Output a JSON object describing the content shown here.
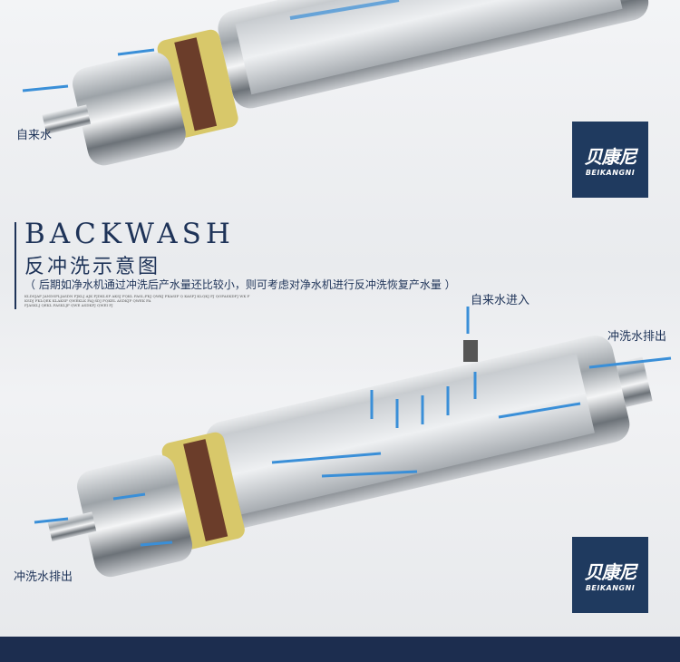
{
  "top_section": {
    "label_tap_water": "自来水",
    "logo": {
      "cn": "贝康尼",
      "en": "BEIKANGNI"
    }
  },
  "backwash_section": {
    "title_en": "BACKWASH",
    "title_cn": "反冲洗示意图",
    "subtitle": "（ 后期如净水机通过冲洗后产水量还比较小，则可考虑对净水机进行反冲洗恢复产水量 ）",
    "filler_lines": [
      "KLDSJAF JANDSFLJASDN FJKLJ AJK FJDKLSF AKSJ FQKL FASL;FKJ QWKJ FKASIF Q KASFJ KLQKJ FJ QOFASKDFJ WK F",
      "KSDJ FKLQEK KLAKSF QWEKLK FAJ;SDJ FQKEL ASDKJF QWEK FA",
      "FJASKLJ QEKL FASKLJF QWE ASDKFJ QWEI FJ"
    ],
    "label_water_in": "自来水进入",
    "label_flush_out_right": "冲洗水排出",
    "label_flush_out_left": "冲洗水排出",
    "logo": {
      "cn": "贝康尼",
      "en": "BEIKANGNI"
    }
  },
  "colors": {
    "brand": "#1f3a5f",
    "footer": "#1c2d4f",
    "arrow": "#3a8fd8"
  }
}
